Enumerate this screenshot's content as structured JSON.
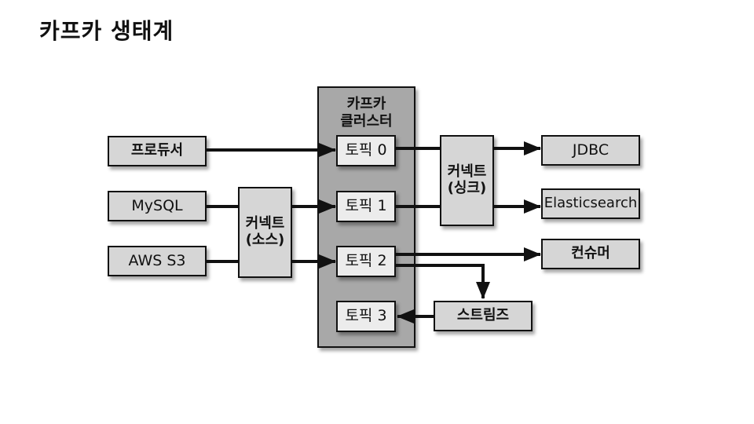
{
  "title": "카프카 생태계",
  "cluster": {
    "label": "카프카\n클러스터"
  },
  "topics": [
    "토픽 0",
    "토픽 1",
    "토픽 2",
    "토픽 3"
  ],
  "sources": {
    "producer": "프로듀서",
    "mysql": "MySQL",
    "aws_s3": "AWS S3"
  },
  "connect_source": "커넥트\n(소스)",
  "connect_sink": "커넥트\n(싱크)",
  "sinks": {
    "jdbc": "JDBC",
    "elasticsearch": "Elasticsearch"
  },
  "consumer": "컨슈머",
  "streams": "스트림즈",
  "colors": {
    "cluster_fill": "#a8a8a8",
    "box_fill": "#d6d6d6",
    "topic_fill": "#ececec",
    "line": "#111111"
  }
}
